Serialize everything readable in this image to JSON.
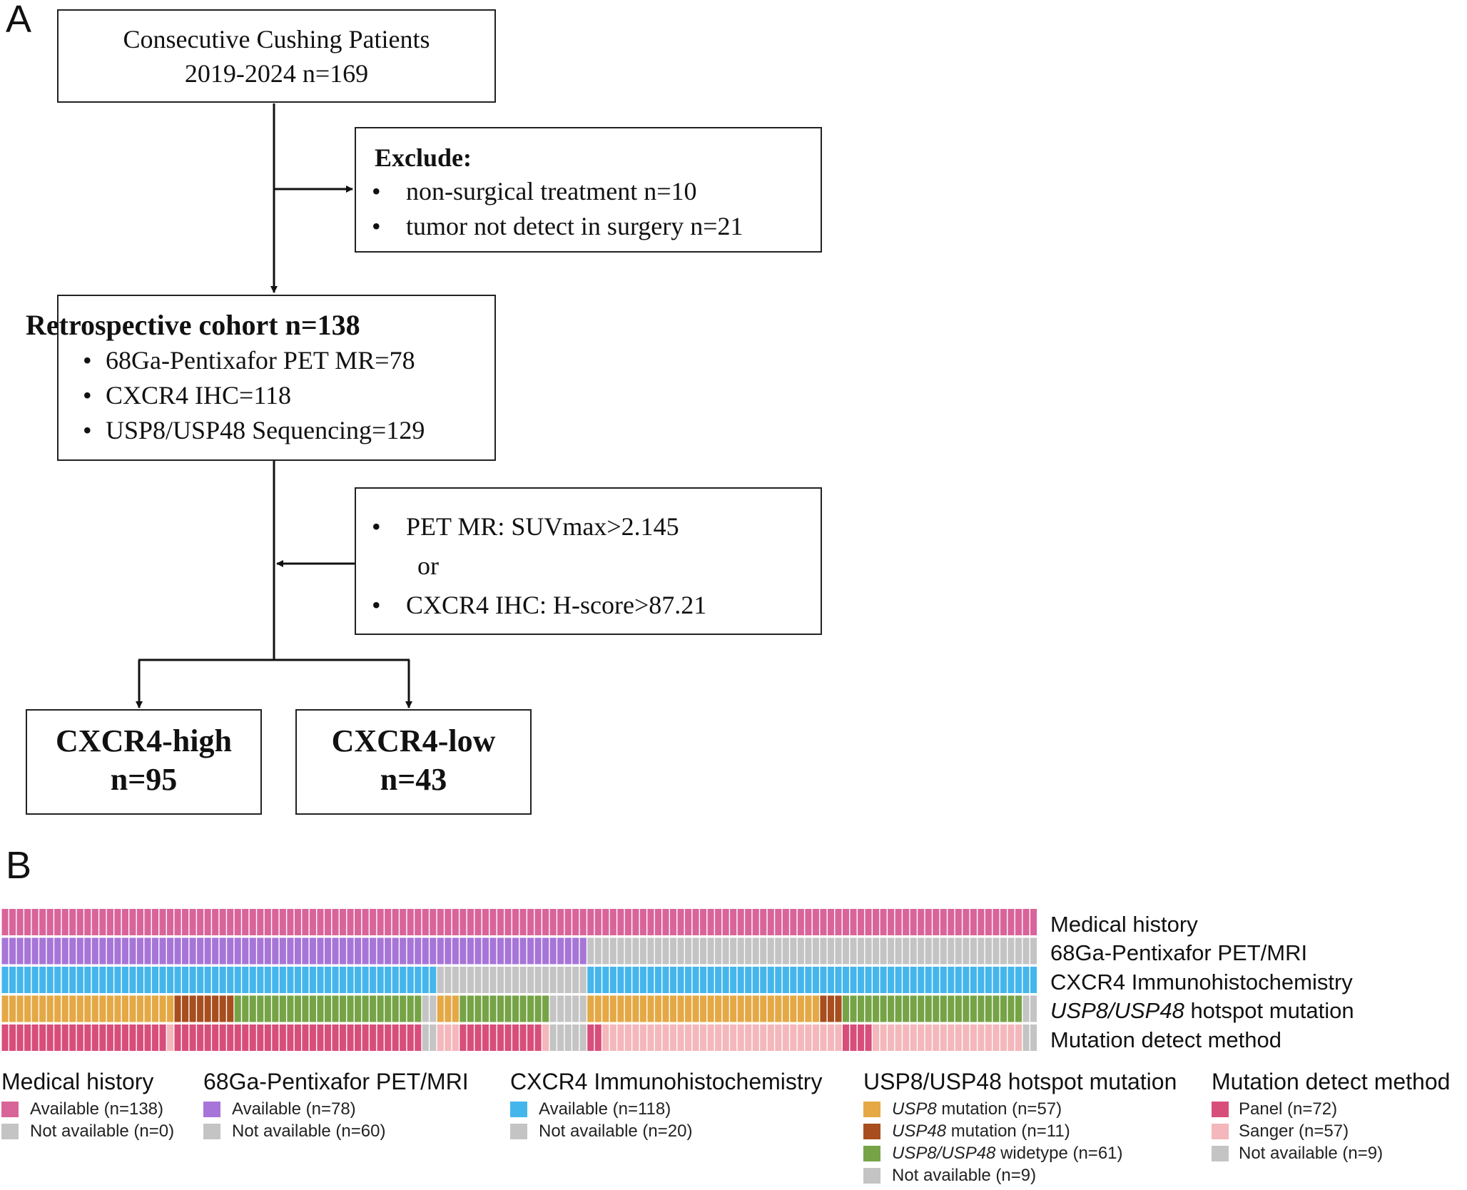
{
  "panels": {
    "a": "A",
    "b": "B"
  },
  "flowchart": {
    "start": {
      "line1": "Consecutive Cushing Patients",
      "line2": "2019-2024 n=169"
    },
    "exclude": {
      "title": "Exclude:",
      "items": [
        "non-surgical treatment n=10",
        "tumor not detect in surgery n=21"
      ]
    },
    "cohort": {
      "title": "Retrospective cohort n=138",
      "items": [
        "68Ga-Pentixafor PET MR=78",
        "CXCR4 IHC=118",
        "USP8/USP48 Sequencing=129"
      ]
    },
    "criteria": {
      "item1": "PET MR: SUVmax>2.145",
      "or": "or",
      "item2": "CXCR4 IHC: H-score>87.21"
    },
    "high": {
      "line1": "CXCR4-high",
      "line2": "n=95"
    },
    "low": {
      "line1": "CXCR4-low",
      "line2": "n=43"
    }
  },
  "colors": {
    "medical": "#d9649a",
    "pet": "#a775d8",
    "ihc": "#45b6ec",
    "usp8": "#e4a845",
    "usp48": "#a84d1e",
    "wild": "#76a346",
    "panel": "#d84e7a",
    "sanger": "#f4b7bb",
    "na": "#c4c4c4"
  },
  "tracks": {
    "total": 138,
    "labels": {
      "medical": "Medical history",
      "pet": "68Ga-Pentixafor PET/MRI",
      "ihc": "CXCR4 Immunohistochemistry",
      "mutation_gene": "USP8/USP48",
      "mutation_rest": " hotspot mutation",
      "method": "Mutation detect method"
    },
    "rows": [
      {
        "key": "medical",
        "runs": [
          [
            "medical",
            138
          ]
        ]
      },
      {
        "key": "pet",
        "runs": [
          [
            "pet",
            78
          ],
          [
            "na",
            60
          ]
        ]
      },
      {
        "key": "ihc",
        "runs": [
          [
            "ihc",
            58
          ],
          [
            "na",
            20
          ],
          [
            "ihc",
            60
          ]
        ]
      },
      {
        "key": "mutation",
        "runs": [
          [
            "usp8",
            23
          ],
          [
            "usp48",
            8
          ],
          [
            "wild",
            25
          ],
          [
            "na",
            2
          ],
          [
            "usp8",
            3
          ],
          [
            "wild",
            12
          ],
          [
            "na",
            5
          ],
          [
            "usp8",
            31
          ],
          [
            "usp48",
            3
          ],
          [
            "wild",
            24
          ],
          [
            "na",
            2
          ]
        ]
      },
      {
        "key": "method",
        "runs": [
          [
            "panel",
            22
          ],
          [
            "sanger",
            1
          ],
          [
            "panel",
            33
          ],
          [
            "na",
            2
          ],
          [
            "sanger",
            3
          ],
          [
            "panel",
            11
          ],
          [
            "sanger",
            1
          ],
          [
            "na",
            5
          ],
          [
            "panel",
            2
          ],
          [
            "sanger",
            32
          ],
          [
            "panel",
            4
          ],
          [
            "sanger",
            20
          ],
          [
            "na",
            2
          ]
        ]
      }
    ]
  },
  "legend": {
    "medical": {
      "title": "Medical history",
      "available": "Available (n=138)",
      "not_available": "Not available (n=0)"
    },
    "pet": {
      "title": "68Ga-Pentixafor PET/MRI",
      "available": "Available (n=78)",
      "not_available": "Not available (n=60)"
    },
    "ihc": {
      "title": "CXCR4 Immunohistochemistry",
      "available": "Available (n=118)",
      "not_available": "Not available (n=20)"
    },
    "mutation": {
      "title": "USP8/USP48 hotspot mutation",
      "usp8_gene": "USP8",
      "usp8_rest": " mutation (n=57)",
      "usp48_gene": "USP48",
      "usp48_rest": " mutation (n=11)",
      "wild_gene": "USP8/USP48",
      "wild_rest": " widetype (n=61)",
      "not_available": "Not available (n=9)"
    },
    "method": {
      "title": "Mutation detect method",
      "panel": "Panel (n=72)",
      "sanger": "Sanger (n=57)",
      "not_available": "Not available (n=9)"
    }
  }
}
